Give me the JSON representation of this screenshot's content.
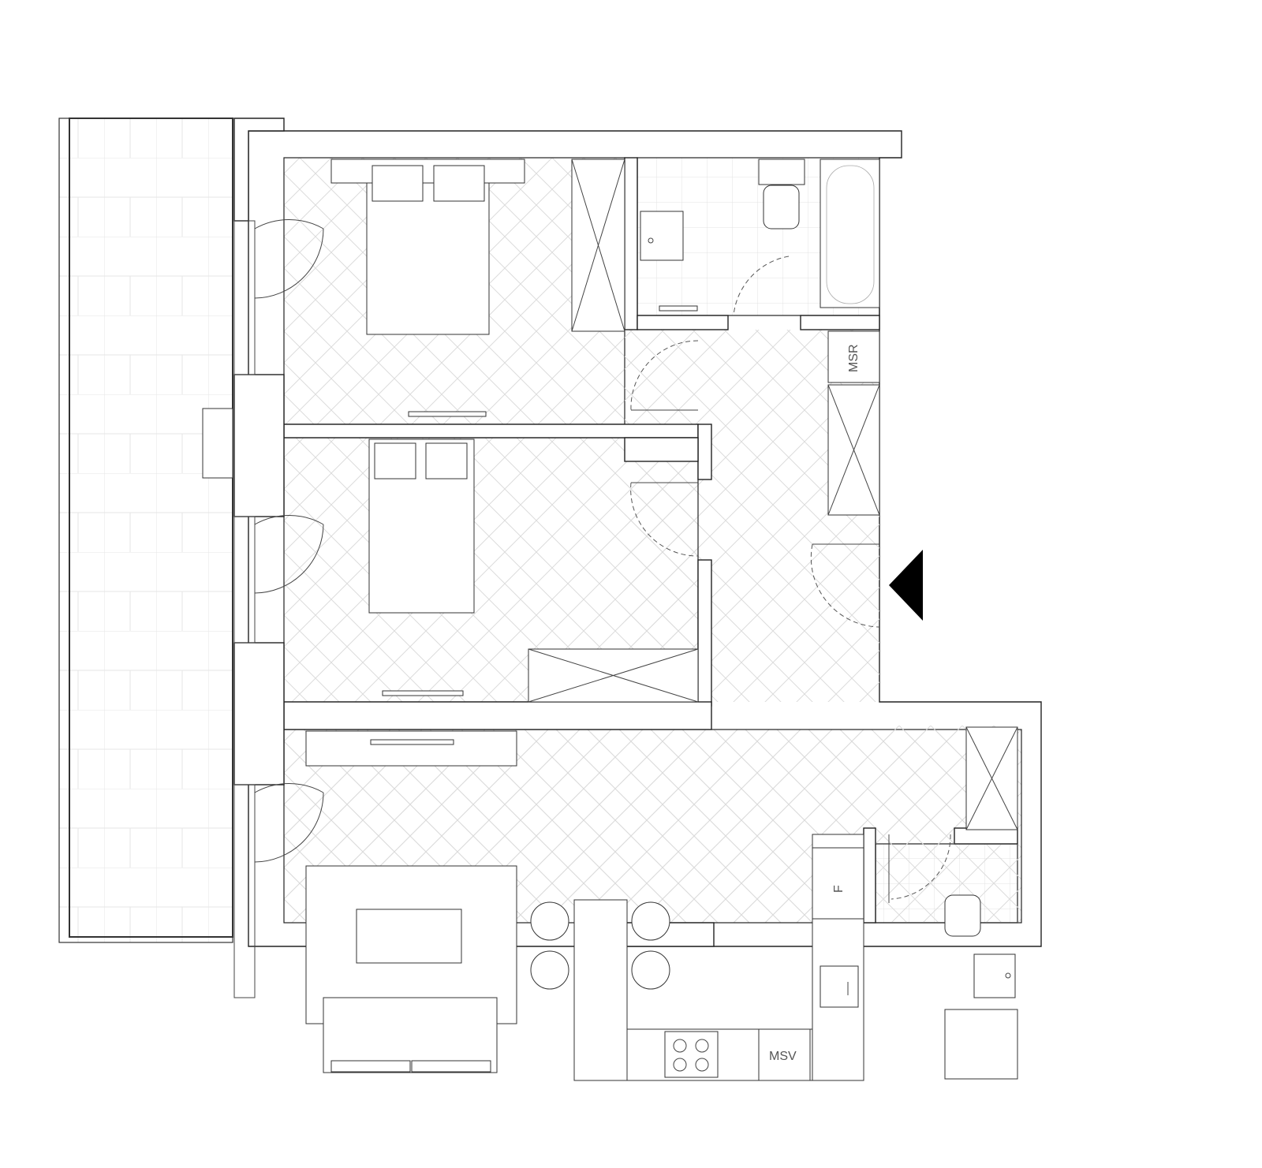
{
  "labels": {
    "msr": "MSR",
    "msv": "MSV",
    "fridge": "F"
  },
  "colors": {
    "wall_stroke": "#222222",
    "floor_pattern": "#d9d9d9",
    "tile_pattern": "#e3e3e3",
    "entrance_marker": "#000000",
    "background": "#ffffff"
  },
  "icons": {
    "entrance": "entrance-arrow-icon"
  }
}
